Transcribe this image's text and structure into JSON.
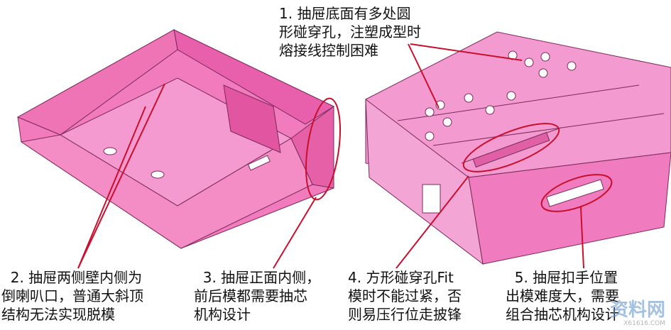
{
  "annotations": [
    {
      "id": 1,
      "lines": [
        "1. 抽屉底面有多处圆",
        "形碰穿孔，注塑成型时",
        "熔接线控制困难"
      ]
    },
    {
      "id": 2,
      "lines": [
        "  2. 抽屉两侧壁内侧为",
        "倒喇叭口，普通大斜顶",
        "结构无法实现脱模"
      ]
    },
    {
      "id": 3,
      "lines": [
        "  3. 抽屉正面内侧，",
        "前后模都需要抽芯",
        "机构设计"
      ]
    },
    {
      "id": 4,
      "lines": [
        "4. 方形碰穿孔Fit",
        "模时不能过紧，否",
        "则易压行位走披锋"
      ]
    },
    {
      "id": 5,
      "lines": [
        "  5. 抽屉扣手位置",
        "出模难度大，需要",
        "组合抽芯机构设计"
      ]
    }
  ],
  "watermark": {
    "name": "资料网",
    "url": "X61616.COM"
  },
  "colors": {
    "part": "#f06ab4",
    "part_dark": "#d84a98",
    "callout": "#c8102e"
  }
}
